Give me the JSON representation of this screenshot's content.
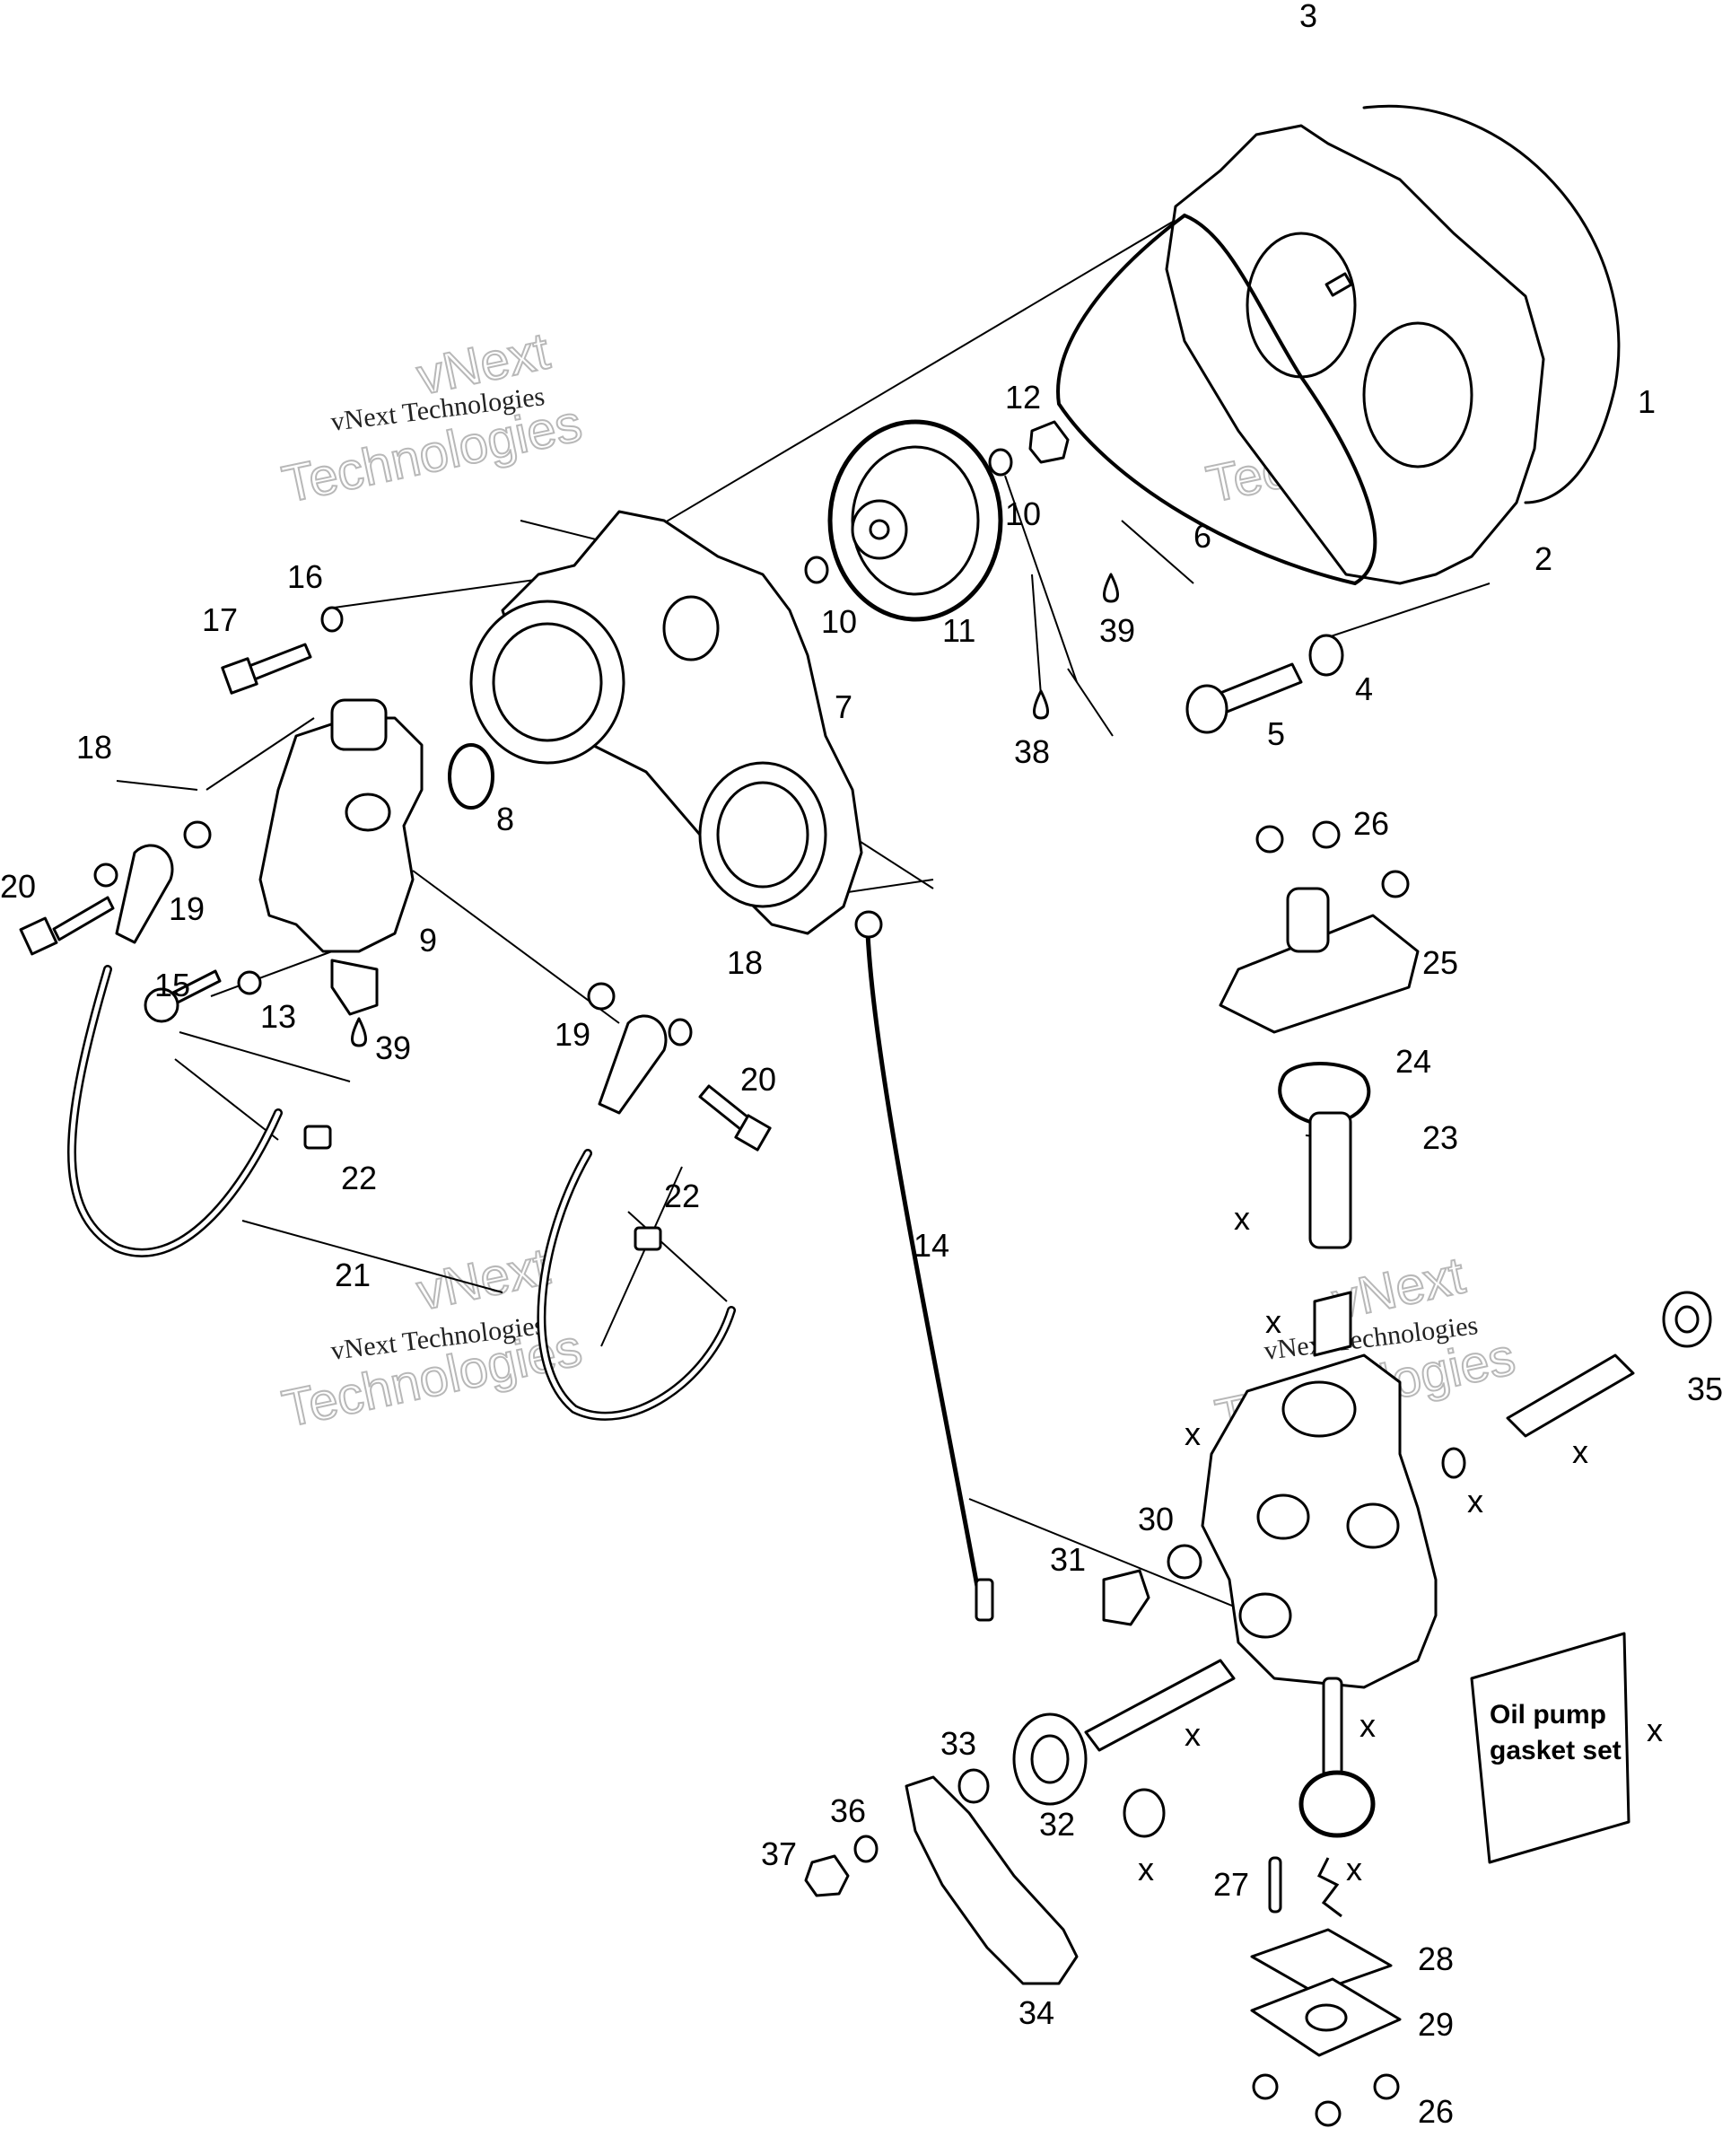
{
  "watermark": {
    "line1": "vNext",
    "line2": "Technologies",
    "small": "vNext Technologies"
  },
  "kit_label": {
    "line1": "Oil pump",
    "line2": "gasket set"
  },
  "part_numbers": [
    "1",
    "2",
    "3",
    "4",
    "5",
    "6",
    "7",
    "8",
    "9",
    "10",
    "10",
    "11",
    "12",
    "13",
    "14",
    "15",
    "16",
    "17",
    "18",
    "18",
    "19",
    "19",
    "20",
    "20",
    "21",
    "22",
    "22",
    "23",
    "24",
    "25",
    "26",
    "26",
    "27",
    "28",
    "29",
    "30",
    "31",
    "32",
    "33",
    "34",
    "35",
    "36",
    "37",
    "38",
    "39",
    "39"
  ],
  "marker": "x"
}
